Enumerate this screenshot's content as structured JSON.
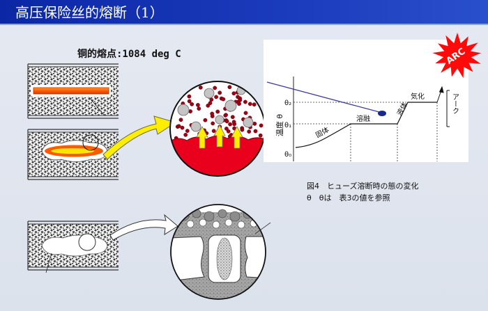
{
  "title": "高压保险丝的熔断（1）",
  "melting_point": "铜的熔点:1084 deg C",
  "arc_badge": "ARC",
  "graph": {
    "axis_label": "温度 θ",
    "levels": {
      "theta2": "θ₂",
      "theta1": "θ₁",
      "theta0": "θ₀"
    },
    "phases": {
      "solid": "固体",
      "melting": "溶融",
      "liquid": "液体",
      "vaporization": "気化",
      "arc": "アーク"
    }
  },
  "caption": {
    "line1": "図4　ヒューズ溶断時の態の変化",
    "line2": "θ　θは　表3の値を参照"
  },
  "colors": {
    "arc_burst": "#ff0a0a",
    "molten_copper": "#e8001c",
    "heat_arrow": "#ffee00",
    "fuse_element": "#ff5a00",
    "trend_line": "#3a3aa0"
  }
}
